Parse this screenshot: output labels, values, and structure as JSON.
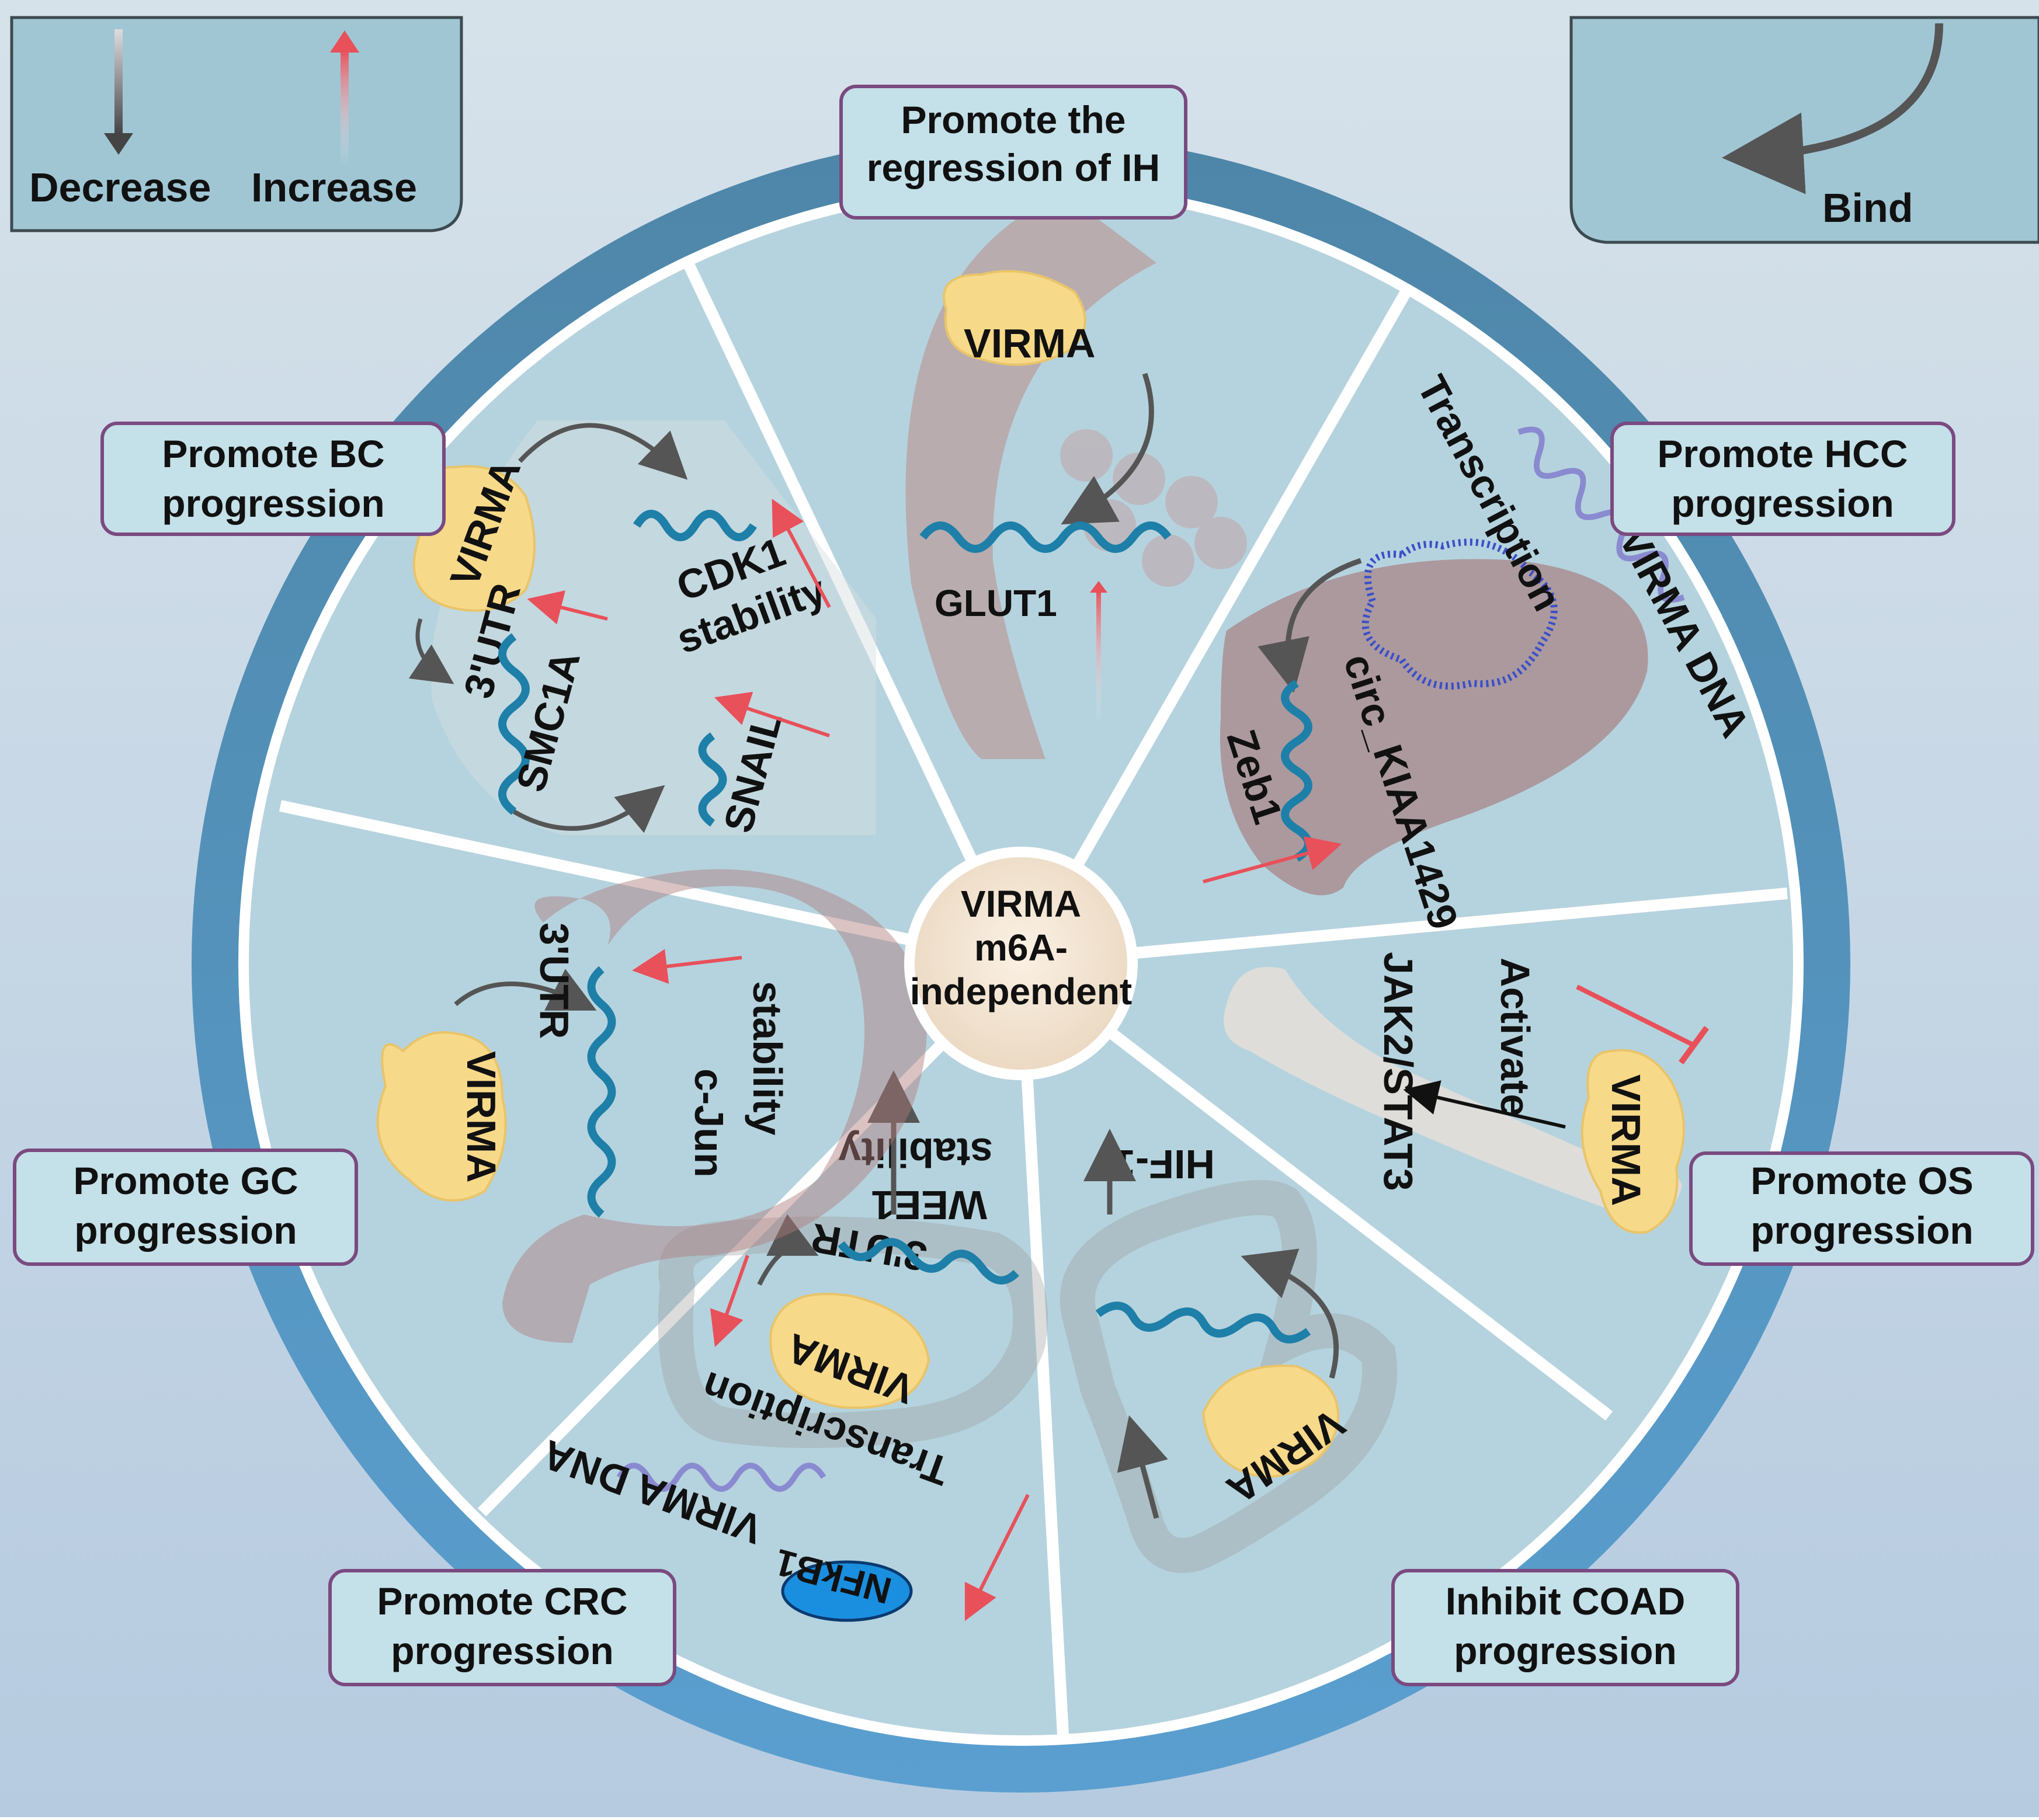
{
  "legend": {
    "decrease": "Decrease",
    "increase": "Increase",
    "bind": "Bind"
  },
  "center": {
    "line1": "VIRMA",
    "line2": "m6A-",
    "line3": "independent"
  },
  "boxes": {
    "ih": {
      "line1": "Promote the",
      "line2": "regression of IH"
    },
    "hcc": {
      "line1": "Promote HCC",
      "line2": "progression"
    },
    "os": {
      "line1": "Promote OS",
      "line2": "progression"
    },
    "coad": {
      "line1": "Inhibit COAD",
      "line2": "progression"
    },
    "crc": {
      "line1": "Promote CRC",
      "line2": "progression"
    },
    "gc": {
      "line1": "Promote GC",
      "line2": "progression"
    },
    "bc": {
      "line1": "Promote BC",
      "line2": "progression"
    }
  },
  "ih": {
    "virma": "VIRMA",
    "target": "GLUT1"
  },
  "hcc": {
    "transcription": "Transcription",
    "dna": "VIRMA DNA",
    "circ": "circ_KIAA1429",
    "zeb1": "Zeb1"
  },
  "os": {
    "activate": "Activate",
    "pathway": "JAK2/STAT3",
    "virma": "VIRMA"
  },
  "coad": {
    "target": "HIF-1",
    "virma": "VIRMA"
  },
  "crc": {
    "utr": "3'UTR",
    "wee1": "WEE1",
    "stability": "stability",
    "virma": "VIRMA",
    "transcription": "Transcription",
    "dna": "VIRMA DNA",
    "nfkb1": "NFkB1"
  },
  "gc": {
    "utr": "3'UTR",
    "cjun": "c-Jun",
    "stability": "stability",
    "virma": "VIRMA"
  },
  "bc": {
    "virma": "VIRMA",
    "cdk1": "CDK1",
    "stability": "stability",
    "utr": "3'UTR",
    "smc1a": "SMC1A",
    "snail": "SNAIL"
  },
  "colors": {
    "ring": "#4e93c2",
    "sector": "#b5d3de",
    "virma_blob": "#f7d98a",
    "rna": "#1e7fa8",
    "increase": "#e8505a",
    "decrease": "#555555",
    "nfkb1": "#1a8fe0"
  }
}
